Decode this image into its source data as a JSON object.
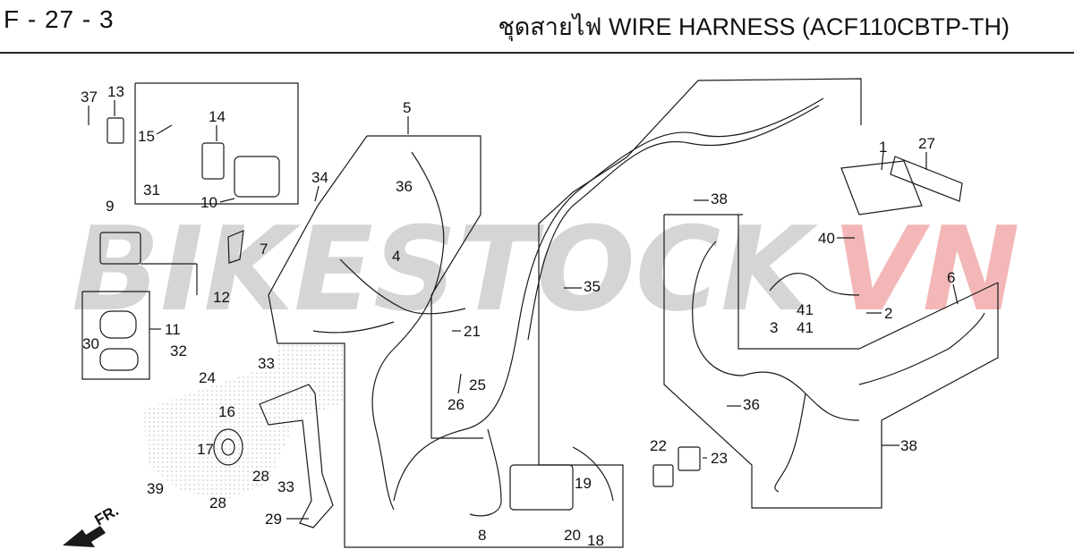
{
  "header": {
    "page_code": "F - 27 - 3",
    "title": "ชุดสายไฟ  WIRE HARNESS (ACF110CBTP-TH)"
  },
  "watermark": {
    "text_gray": "BIKESTOCK",
    "text_red": "VN",
    "color_gray": "#c8c8c8",
    "color_red": "#f0a0a0"
  },
  "direction": {
    "label": "FR."
  },
  "part_labels": [
    "37",
    "13",
    "15",
    "14",
    "31",
    "34",
    "10",
    "9",
    "7",
    "5",
    "36",
    "4",
    "12",
    "11",
    "30",
    "32",
    "24",
    "33",
    "16",
    "17",
    "28",
    "39",
    "29",
    "21",
    "25",
    "26",
    "35",
    "8",
    "20",
    "19",
    "18",
    "38",
    "1",
    "27",
    "40",
    "3",
    "41",
    "2",
    "6",
    "22",
    "23"
  ],
  "colors": {
    "line": "#1a1a1a",
    "dots": "#c9c9c9"
  }
}
